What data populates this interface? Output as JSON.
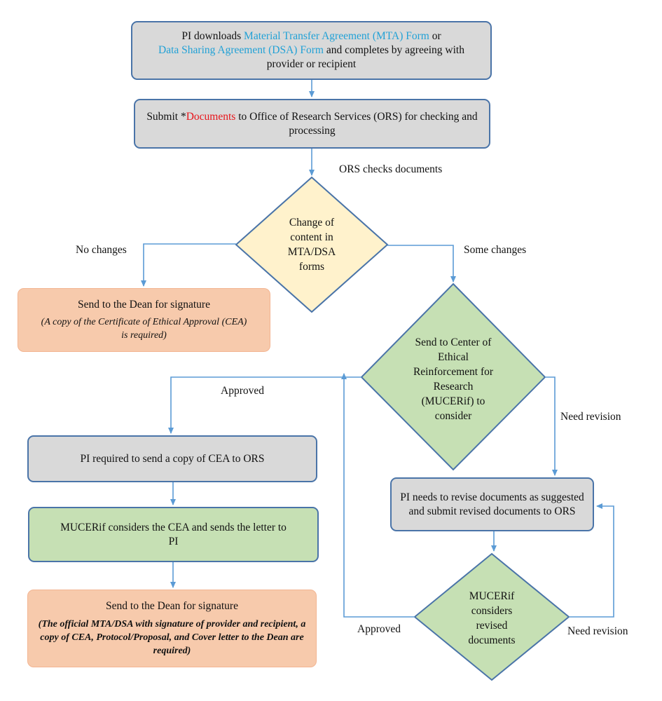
{
  "box1": {
    "prefix": "PI downloads ",
    "link1": "Material Transfer Agreement (MTA) Form",
    "mid": " or",
    "link2": "Data Sharing Agreement (DSA) Form",
    "suffix": " and completes by agreeing with provider or recipient"
  },
  "box2": {
    "prefix": "Submit *",
    "highlight": "Documents",
    "suffix": " to Office of Research Services (ORS) for checking and processing"
  },
  "label_ors_checks": "ORS checks documents",
  "diamond1": "Change of content in MTA/DSA forms",
  "label_no_changes": "No changes",
  "label_some_changes": "Some changes",
  "dean1": {
    "title": "Send to the Dean for signature",
    "note": "(A copy of the Certificate of Ethical Approval (CEA) is required)"
  },
  "diamond2": "Send to Center of Ethical Reinforcement for Research (MUCERif) to consider",
  "label_approved_1": "Approved",
  "label_need_revision_1": "Need revision",
  "box_cea": "PI required to send a copy of CEA to ORS",
  "box_mucerif_letter": "MUCERif considers the CEA and sends the letter to PI",
  "dean2": {
    "title": "Send to the Dean for signature",
    "note": "(The official MTA/DSA with signature of provider and recipient, a copy of CEA, Protocol/Proposal, and Cover letter to the Dean are required)"
  },
  "box_revise": "PI needs to revise documents as suggested and submit revised documents to ORS",
  "diamond3": "MUCERif considers revised documents",
  "label_approved_2": "Approved",
  "label_need_revision_2": "Need revision",
  "colors": {
    "line": "#5b9bd5",
    "box_border": "#4a74a8",
    "gray_fill": "#d9d9d9",
    "green_fill": "#c6e0b4",
    "yellow_fill": "#fff2cc",
    "orange_fill": "#f7caac",
    "link": "#21a1d6",
    "highlight": "#e8151b"
  }
}
